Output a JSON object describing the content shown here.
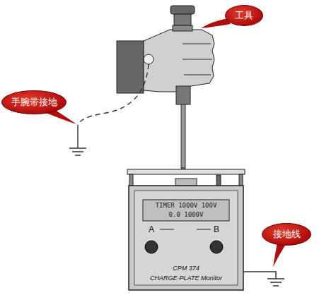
{
  "diagram": {
    "nodes": [
      {
        "text": [
          "工具"
        ]
      },
      {
        "text": [
          "手腕带接地"
        ]
      },
      {
        "text": [
          "接地线"
        ]
      }
    ],
    "labels": [
      "TIMER 1000V 100V",
      "0.0 1000V",
      "A",
      "B",
      "CPM 374",
      "CHARGE-PLATE Monitor"
    ]
  }
}
